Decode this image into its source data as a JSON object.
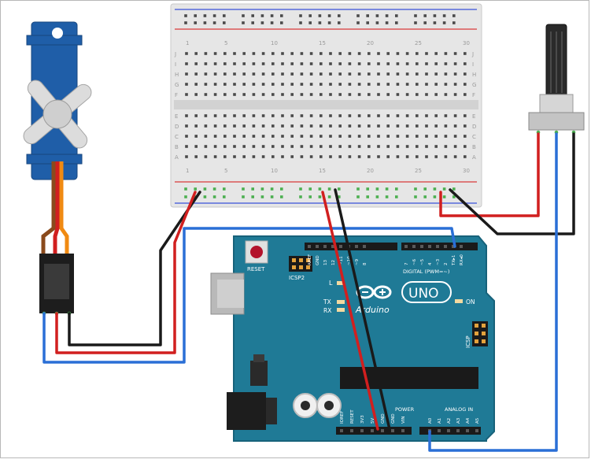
{
  "breadboard": {
    "column_numbers": [
      "1",
      "5",
      "10",
      "15",
      "20",
      "25",
      "30"
    ],
    "row_letters_top": [
      "J",
      "I",
      "H",
      "G",
      "F"
    ],
    "row_letters_bottom": [
      "E",
      "D",
      "C",
      "B",
      "A"
    ]
  },
  "arduino": {
    "logo_text": "Arduino",
    "model": "UNO",
    "reset_label": "RESET",
    "icsp2_label": "ICSP2",
    "icsp_label": "ICSP",
    "l_label": "L",
    "tx_label": "TX",
    "rx_label": "RX",
    "on_label": "ON",
    "digital_label": "DIGITAL (PWM=~)",
    "power_label": "POWER",
    "analog_label": "ANALOG IN",
    "digital_pins": [
      "AREF",
      "GND",
      "13",
      "12",
      "~11",
      "~10",
      "~9",
      "8",
      "7",
      "~6",
      "~5",
      "4",
      "~3",
      "2",
      "TX▸1",
      "RX◂0"
    ],
    "power_pins": [
      "IOREF",
      "RESET",
      "3V3",
      "5V",
      "GND",
      "GND",
      "VIN"
    ],
    "analog_pins": [
      "A0",
      "A1",
      "A2",
      "A3",
      "A4",
      "A5"
    ]
  },
  "colors": {
    "board": "#1f7a96",
    "board_edge": "#17627a",
    "servo": "#1f5ea8",
    "wire_red": "#d11f1f",
    "wire_black": "#1a1a1a",
    "wire_blue": "#2a6fd6",
    "wire_orange": "#f08a12",
    "wire_brown": "#8a4a1c",
    "breadboard": "#e8e8e8",
    "rail_red": "#d93a3a",
    "rail_blue": "#3a52d9",
    "pin_green": "#4caf50"
  }
}
